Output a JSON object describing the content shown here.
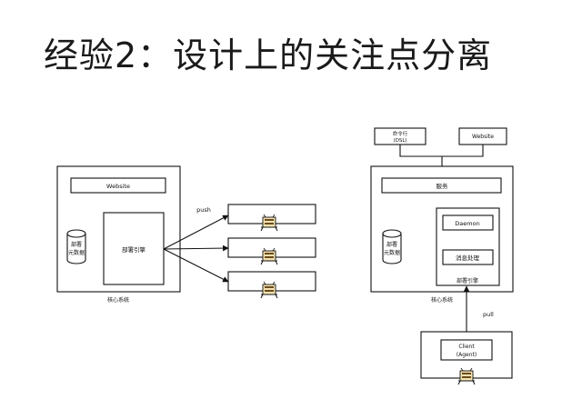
{
  "title": "经验2：设计上的关注点分离",
  "left": {
    "website": "Website",
    "metadata_line1": "部署",
    "metadata_line2": "元数据",
    "engine": "部署引擎",
    "push": "push",
    "core": "核心系统"
  },
  "right": {
    "cli_line1": "命令行",
    "cli_line2": "(DSL)",
    "website": "Website",
    "service": "服务",
    "metadata_line1": "部署",
    "metadata_line2": "元数据",
    "daemon": "Daemon",
    "msg": "消息处理",
    "engine": "部署引擎",
    "core": "核心系统",
    "pull": "pull",
    "client_line1": "Client",
    "client_line2": "(Agent)"
  },
  "icons": {
    "server": "server-rack-icon"
  }
}
